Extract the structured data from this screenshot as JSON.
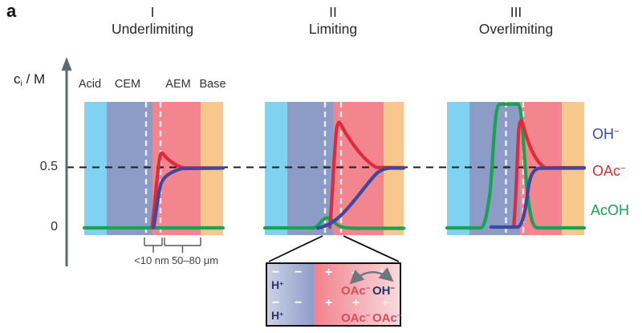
{
  "figure_label": "a",
  "panels": [
    {
      "numeral": "I",
      "title": "Underlimiting"
    },
    {
      "numeral": "II",
      "title": "Limiting"
    },
    {
      "numeral": "III",
      "title": "Overlimiting"
    }
  ],
  "axis": {
    "label_symbol": "c",
    "label_sub": "i",
    "label_unit": " / M",
    "tick_upper": "0.5",
    "tick_zero": "0"
  },
  "regions": [
    "Acid",
    "CEM",
    "AEM",
    "Base"
  ],
  "scale_annotations": {
    "interface_width": "<10 nm",
    "membrane_width": "50–80 μm"
  },
  "legend": {
    "oh": {
      "base": "OH",
      "charge": "−"
    },
    "oac": {
      "base": "OAc",
      "charge": "−"
    },
    "acoh": {
      "label": "AcOH"
    }
  },
  "inset": {
    "h_top": {
      "base": "H",
      "charge": "+"
    },
    "h_bottom": {
      "base": "H",
      "charge": "+"
    },
    "oac_top": {
      "base": "OAc",
      "charge": "−"
    },
    "oh_top": {
      "base": "OH",
      "charge": "−"
    },
    "oac_bottom_1": {
      "base": "OAc",
      "charge": "−"
    },
    "oac_bottom_2": {
      "base": "OAc",
      "charge": "−"
    },
    "minus_sign": "−",
    "plus_sign": "+"
  },
  "colors": {
    "acid-band": "#7fd3f0",
    "cem-band": "#8d9cc7",
    "aem-band": "#f3858f",
    "base-band": "#f7c78d",
    "oh-curve": "#3a4aa1",
    "oac-curve": "#de2b3a",
    "acoh-curve": "#17a351",
    "axis-color": "#5a6878",
    "dash-color": "#1c1c1c",
    "inset-navy": "#2b3566",
    "inset-red": "#d94f58",
    "arrow-gray": "#6e7680"
  },
  "chart_data": {
    "type": "line",
    "ylabel": "ci / M",
    "yticks": [
      0,
      0.5
    ],
    "reference_line": 0.5,
    "x_regions": [
      "Acid",
      "CEM",
      "AEM",
      "Base"
    ],
    "series_names": [
      "OH−",
      "OAc−",
      "AcOH"
    ],
    "panels": [
      {
        "regime": "I Underlimiting",
        "OH-": "0 across Acid/CEM, sharp rise at CEM|AEM interface, plateau 0.5 M through AEM and Base",
        "OAc-": "0 until interface, overshoot peak ~0.62 M just inside AEM, relaxes to 0.5 M",
        "AcOH": "flat at 0 everywhere"
      },
      {
        "regime": "II Limiting",
        "OH-": "0 until interface, gradual sigmoid rise across AEM reaching 0.5 M at AEM|Base boundary",
        "OAc-": "0 until interface, tall peak ~0.87 M just inside AEM, decays to 0.5 M",
        "AcOH": "flat at 0 with small bump ~0.08 M at the CEM|AEM interface"
      },
      {
        "regime": "III Overlimiting",
        "OH-": "0, then sharp rise to 0.5 M just right of interface",
        "OAc-": "0, then sharp spike ~0.9 M at interface, decays to 0.5 M",
        "AcOH": "tall plateau ~1.0 M straddling the CEM side of the interface, 0 elsewhere"
      }
    ],
    "length_scales": {
      "interface": "<10 nm",
      "membrane": "50–80 μm"
    }
  }
}
